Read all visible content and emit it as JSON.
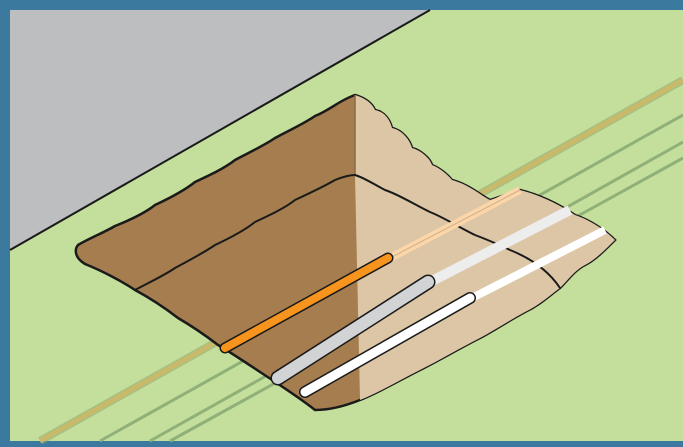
{
  "scene": {
    "description_label": "",
    "colors": {
      "frame_border": "#3b7a9e",
      "grass": "#c4df9b",
      "pavement": "#bcbec0",
      "trench_dark": "#a57d4e",
      "trench_light": "#dcc6a6",
      "trench_floor": "#d6bf9c",
      "outline": "#1a1a1a",
      "utility_gold": "#c9b96a",
      "utility_green": "#a9c98a",
      "pipe_orange": "#f7941d",
      "pipe_gray": "#d1d3d4",
      "pipe_white": "#ffffff"
    },
    "elements": {
      "pavement": "road-surface",
      "trench": "open-excavation",
      "pipes": [
        "orange-conduit",
        "gray-conduit",
        "white-conduit"
      ],
      "buried_lines": [
        "gold-line",
        "green-line-1",
        "green-line-2",
        "green-line-3"
      ]
    }
  }
}
